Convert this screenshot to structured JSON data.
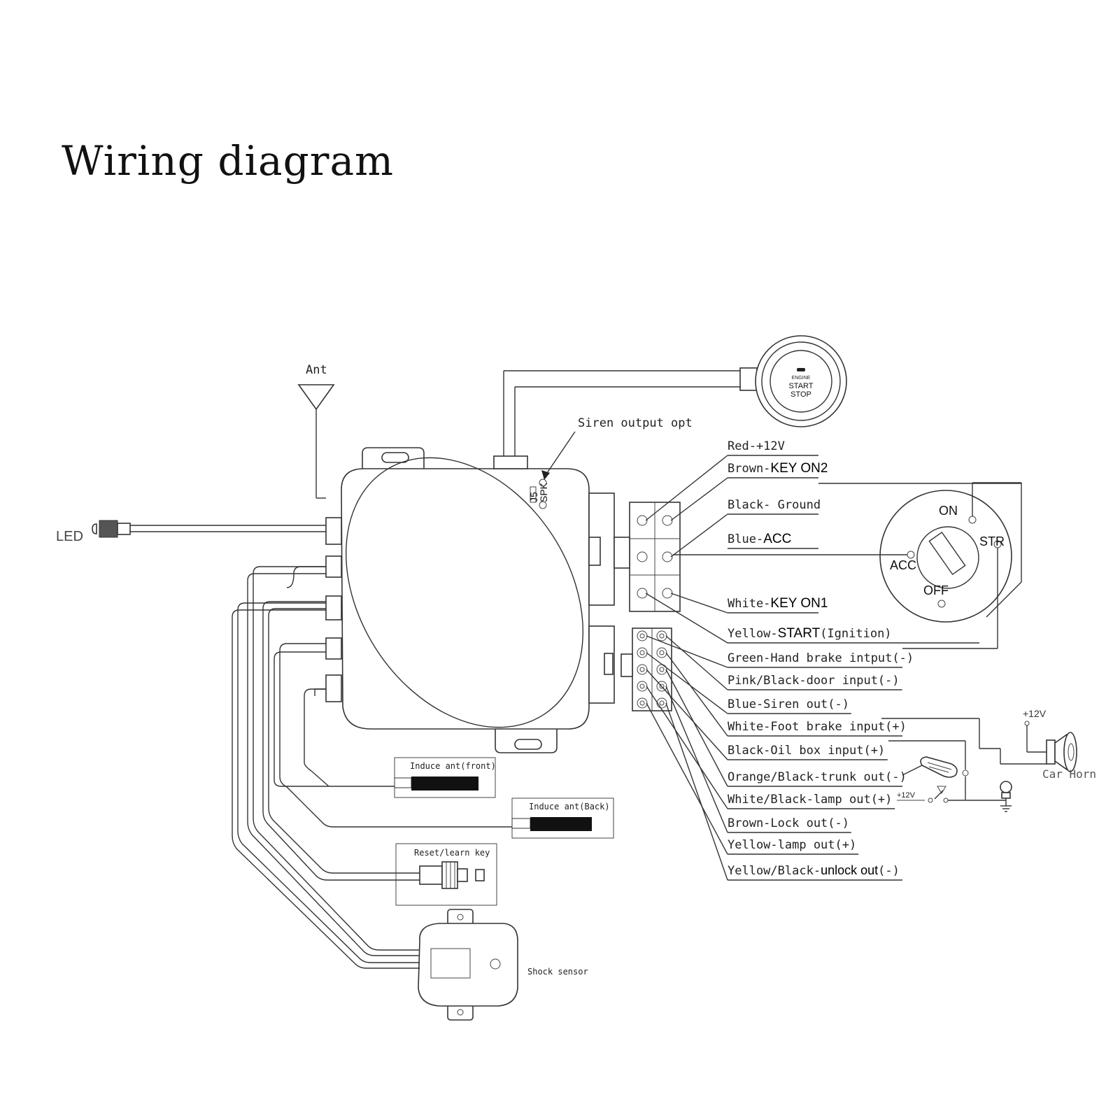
{
  "title": "Wiring diagram",
  "components": {
    "ant": "Ant",
    "led": "LED",
    "siren_output": "Siren output opt",
    "jumper_j5": "J5",
    "jumper_spk": "SPK",
    "start_button": {
      "line1": "ENGINE",
      "line2": "START",
      "line3": "STOP"
    },
    "induce_front": "Induce ant(front)",
    "induce_back": "Induce ant(Back)",
    "reset_key": "Reset/learn key",
    "shock_sensor": "Shock sensor",
    "car_horn": "Car Horn",
    "horn_voltage": "+12V",
    "lamp_voltage": "+12V"
  },
  "ignition_switch": {
    "on": "ON",
    "acc": "ACC",
    "str": "STR",
    "off": "OFF"
  },
  "upper_connector": [
    {
      "prefix": "Red-+12V",
      "suffix": "",
      "tail": ""
    },
    {
      "prefix": "Brown-",
      "suffix": "KEY ON2",
      "tail": ""
    },
    {
      "prefix": "Black- Ground",
      "suffix": "",
      "tail": ""
    },
    {
      "prefix": "Blue-",
      "suffix": "ACC",
      "tail": ""
    },
    {
      "prefix": "White-",
      "suffix": "KEY ON1",
      "tail": ""
    },
    {
      "prefix": "Yellow-",
      "suffix": "START",
      "tail": "(Ignition)"
    }
  ],
  "lower_connector": [
    {
      "prefix": "Green-Hand brake intput(-)",
      "suffix": "",
      "tail": ""
    },
    {
      "prefix": "Pink/Black-door input(-)",
      "suffix": "",
      "tail": ""
    },
    {
      "prefix": "Blue-Siren out(-)",
      "suffix": "",
      "tail": ""
    },
    {
      "prefix": "White-Foot brake input(+)",
      "suffix": "",
      "tail": ""
    },
    {
      "prefix": "Black-Oil box input(+)",
      "suffix": "",
      "tail": ""
    },
    {
      "prefix": "Orange/Black-trunk out(-)",
      "suffix": "",
      "tail": ""
    },
    {
      "prefix": "White/Black-lamp out(+)",
      "suffix": "",
      "tail": ""
    },
    {
      "prefix": "Brown-Lock out(-)",
      "suffix": "",
      "tail": ""
    },
    {
      "prefix": "Yellow-lamp out(+)",
      "suffix": "",
      "tail": ""
    },
    {
      "prefix": "Yellow/Black-",
      "suffix": "unlock out",
      "tail": "(-)"
    }
  ]
}
